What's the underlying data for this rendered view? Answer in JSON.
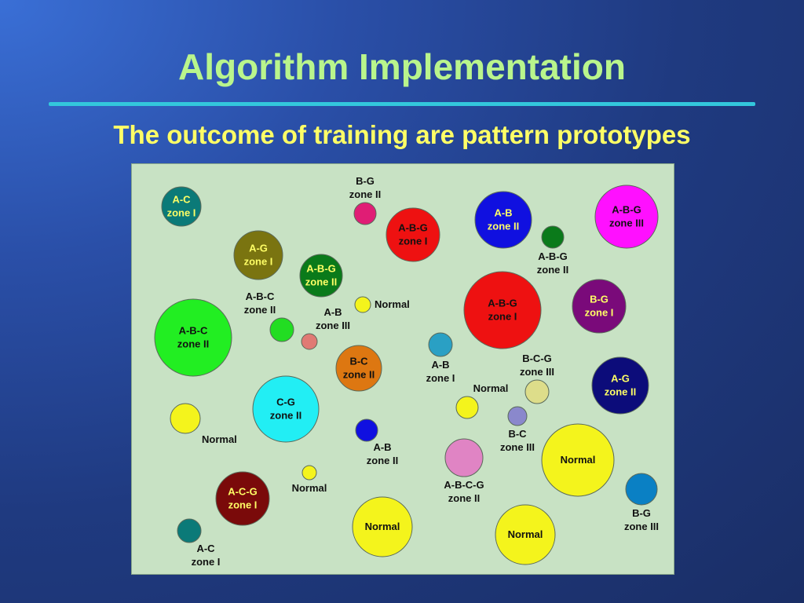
{
  "title": "Algorithm Implementation",
  "subtitle": "The outcome of training are pattern prototypes",
  "nodes": [
    {
      "id": "ac-zone-i-top",
      "lines": [
        "A-C",
        "zone I"
      ],
      "color": "#0b7a78",
      "text_color": "#ffff66",
      "label_pos": "inside"
    },
    {
      "id": "bg-zone-ii-small",
      "lines": [
        "B-G",
        "zone II"
      ],
      "color": "#e01d75",
      "text_color": "#111111",
      "label_pos": "above"
    },
    {
      "id": "abg-zone-i-top",
      "lines": [
        "A-B-G",
        "zone I"
      ],
      "color": "#ee1111",
      "text_color": "#111111",
      "label_pos": "inside"
    },
    {
      "id": "ab-zone-ii-top",
      "lines": [
        "A-B",
        "zone II"
      ],
      "color": "#1010e0",
      "text_color": "#ffff66",
      "label_pos": "inside"
    },
    {
      "id": "abg-zone-iii",
      "lines": [
        "A-B-G",
        "zone III"
      ],
      "color": "#ff10ff",
      "text_color": "#111111",
      "label_pos": "inside"
    },
    {
      "id": "abg-zone-ii-small",
      "lines": [
        "A-B-G",
        "zone II"
      ],
      "color": "#0a7a1a",
      "text_color": "#111111",
      "label_pos": "below"
    },
    {
      "id": "ag-zone-i",
      "lines": [
        "A-G",
        "zone I"
      ],
      "color": "#7a7410",
      "text_color": "#ffff66",
      "label_pos": "inside"
    },
    {
      "id": "abg-zone-ii-mid",
      "lines": [
        "A-B-G",
        "zone II"
      ],
      "color": "#0a7a1a",
      "text_color": "#ffff66",
      "label_pos": "inside"
    },
    {
      "id": "abc-zone-ii-small",
      "lines": [
        "A-B-C",
        "zone II"
      ],
      "color": "#22dd22",
      "text_color": "#111111",
      "label_pos": "above-left"
    },
    {
      "id": "normal-small-1",
      "lines": [
        "Normal"
      ],
      "color": "#f4f41c",
      "text_color": "#111111",
      "label_pos": "right"
    },
    {
      "id": "ab-zone-iii",
      "lines": [
        "A-B",
        "zone III"
      ],
      "color": "#e07a74",
      "text_color": "#111111",
      "label_pos": "above-right"
    },
    {
      "id": "abg-zone-i-big",
      "lines": [
        "A-B-G",
        "zone I"
      ],
      "color": "#ee1111",
      "text_color": "#111111",
      "label_pos": "inside"
    },
    {
      "id": "bg-zone-i",
      "lines": [
        "B-G",
        "zone I"
      ],
      "color": "#7a0a7a",
      "text_color": "#ffff66",
      "label_pos": "inside"
    },
    {
      "id": "abc-zone-ii-big",
      "lines": [
        "A-B-C",
        "zone II"
      ],
      "color": "#22ee22",
      "text_color": "#111111",
      "label_pos": "inside"
    },
    {
      "id": "bc-zone-ii",
      "lines": [
        "B-C",
        "zone II"
      ],
      "color": "#dd7711",
      "text_color": "#111111",
      "label_pos": "inside"
    },
    {
      "id": "ab-zone-i",
      "lines": [
        "A-B",
        "zone I"
      ],
      "color": "#2aa0c4",
      "text_color": "#111111",
      "label_pos": "below"
    },
    {
      "id": "bcg-zone-iii",
      "lines": [
        "B-C-G",
        "zone III"
      ],
      "color": "#dddd8a",
      "text_color": "#111111",
      "label_pos": "above"
    },
    {
      "id": "ag-zone-ii",
      "lines": [
        "A-G",
        "zone II"
      ],
      "color": "#0c0c7a",
      "text_color": "#ffff66",
      "label_pos": "inside"
    },
    {
      "id": "cg-zone-ii",
      "lines": [
        "C-G",
        "zone II"
      ],
      "color": "#22eef4",
      "text_color": "#111111",
      "label_pos": "inside"
    },
    {
      "id": "normal-small-2",
      "lines": [
        "Normal"
      ],
      "color": "#f4f41c",
      "text_color": "#111111",
      "label_pos": "above-right"
    },
    {
      "id": "bc-zone-iii",
      "lines": [
        "B-C",
        "zone III"
      ],
      "color": "#8a88cc",
      "text_color": "#111111",
      "label_pos": "below"
    },
    {
      "id": "normal-left",
      "lines": [
        "Normal"
      ],
      "color": "#f4f41c",
      "text_color": "#111111",
      "label_pos": "below-right"
    },
    {
      "id": "ab-zone-ii-small",
      "lines": [
        "A-B",
        "zone II"
      ],
      "color": "#1010e0",
      "text_color": "#111111",
      "label_pos": "below-right"
    },
    {
      "id": "abcg-zone-ii",
      "lines": [
        "A-B-C-G",
        "zone II"
      ],
      "color": "#e084c4",
      "text_color": "#111111",
      "label_pos": "below"
    },
    {
      "id": "normal-big-right",
      "lines": [
        "Normal"
      ],
      "color": "#f4f41c",
      "text_color": "#111111",
      "label_pos": "inside"
    },
    {
      "id": "normal-tiny",
      "lines": [
        "Normal"
      ],
      "color": "#f4f41c",
      "text_color": "#111111",
      "label_pos": "below"
    },
    {
      "id": "acg-zone-i",
      "lines": [
        "A-C-G",
        "zone I"
      ],
      "color": "#7a0a0a",
      "text_color": "#ffff66",
      "label_pos": "inside"
    },
    {
      "id": "bg-zone-iii",
      "lines": [
        "B-G",
        "zone III"
      ],
      "color": "#0a80c4",
      "text_color": "#111111",
      "label_pos": "below"
    },
    {
      "id": "ac-zone-i-bottom",
      "lines": [
        "A-C",
        "zone I"
      ],
      "color": "#0b7a78",
      "text_color": "#111111",
      "label_pos": "below-right"
    },
    {
      "id": "normal-big-bottom-1",
      "lines": [
        "Normal"
      ],
      "color": "#f4f41c",
      "text_color": "#111111",
      "label_pos": "inside"
    },
    {
      "id": "normal-big-bottom-2",
      "lines": [
        "Normal"
      ],
      "color": "#f4f41c",
      "text_color": "#111111",
      "label_pos": "inside"
    }
  ]
}
